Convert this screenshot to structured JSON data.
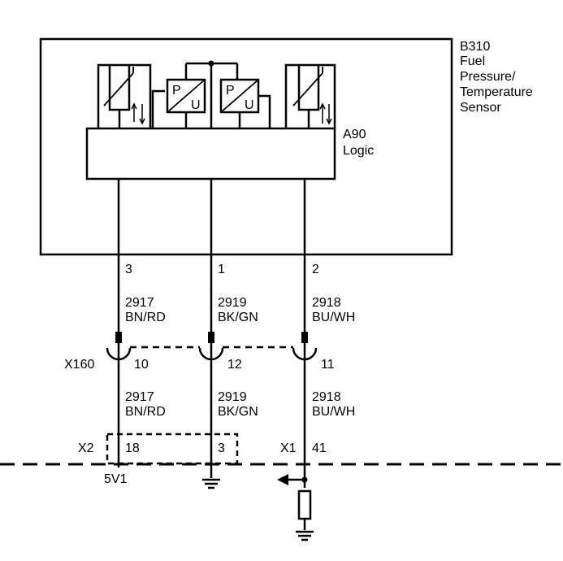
{
  "component": {
    "id": "B310",
    "name_lines": [
      "Fuel",
      "Pressure/",
      "Temperature",
      "Sensor"
    ]
  },
  "logic": {
    "id": "A90",
    "name": "Logic"
  },
  "sensor_symbols": {
    "pressure_letter_top": "P",
    "pressure_letter_bottom": "U"
  },
  "pins": [
    "3",
    "1",
    "2"
  ],
  "wires_upper": [
    {
      "circuit": "2917",
      "color": "BN/RD"
    },
    {
      "circuit": "2919",
      "color": "BK/GN"
    },
    {
      "circuit": "2918",
      "color": "BU/WH"
    }
  ],
  "connector_x160": {
    "id": "X160",
    "pins": [
      "10",
      "12",
      "11"
    ]
  },
  "wires_lower": [
    {
      "circuit": "2917",
      "color": "BN/RD"
    },
    {
      "circuit": "2919",
      "color": "BK/GN"
    },
    {
      "circuit": "2918",
      "color": "BU/WH"
    }
  ],
  "connector_x2": {
    "id": "X2",
    "pins": [
      "18",
      "3"
    ]
  },
  "connector_x1": {
    "id": "X1",
    "pin": "41"
  },
  "supply": {
    "label": "5V1"
  },
  "colors": {
    "line": "#000000",
    "background": "#ffffff"
  }
}
